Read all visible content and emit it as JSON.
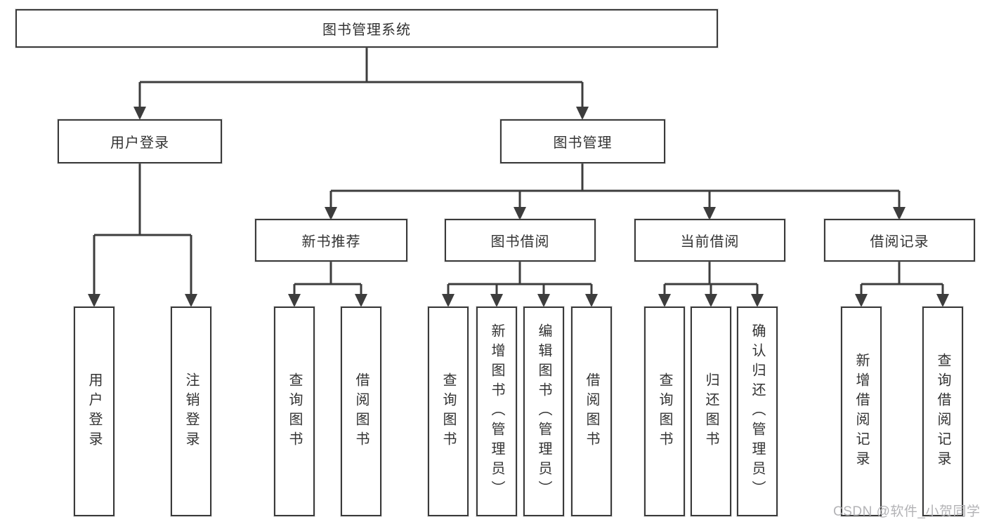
{
  "diagram": {
    "root": {
      "label": "图书管理系统"
    },
    "level2": [
      {
        "label": "用户登录"
      },
      {
        "label": "图书管理"
      }
    ],
    "level3": [
      {
        "label": "新书推荐"
      },
      {
        "label": "图书借阅"
      },
      {
        "label": "当前借阅"
      },
      {
        "label": "借阅记录"
      }
    ],
    "leaves": [
      {
        "label": "用户登录"
      },
      {
        "label": "注销登录"
      },
      {
        "label": "查询图书"
      },
      {
        "label": "借阅图书"
      },
      {
        "label": "查询图书"
      },
      {
        "label": "新增图书（管理员）"
      },
      {
        "label": "编辑图书（管理员）"
      },
      {
        "label": "借阅图书"
      },
      {
        "label": "查询图书"
      },
      {
        "label": "归还图书"
      },
      {
        "label": "确认归还（管理员）"
      },
      {
        "label": "新增借阅记录"
      },
      {
        "label": "查询借阅记录"
      }
    ]
  },
  "watermark": {
    "text": "CSDN @软件_小贺同学"
  },
  "colors": {
    "line": "#3d3d3d",
    "box_border": "#3a3a3a",
    "text": "#333333",
    "watermark": "#b3b3b6",
    "background": "#ffffff"
  }
}
